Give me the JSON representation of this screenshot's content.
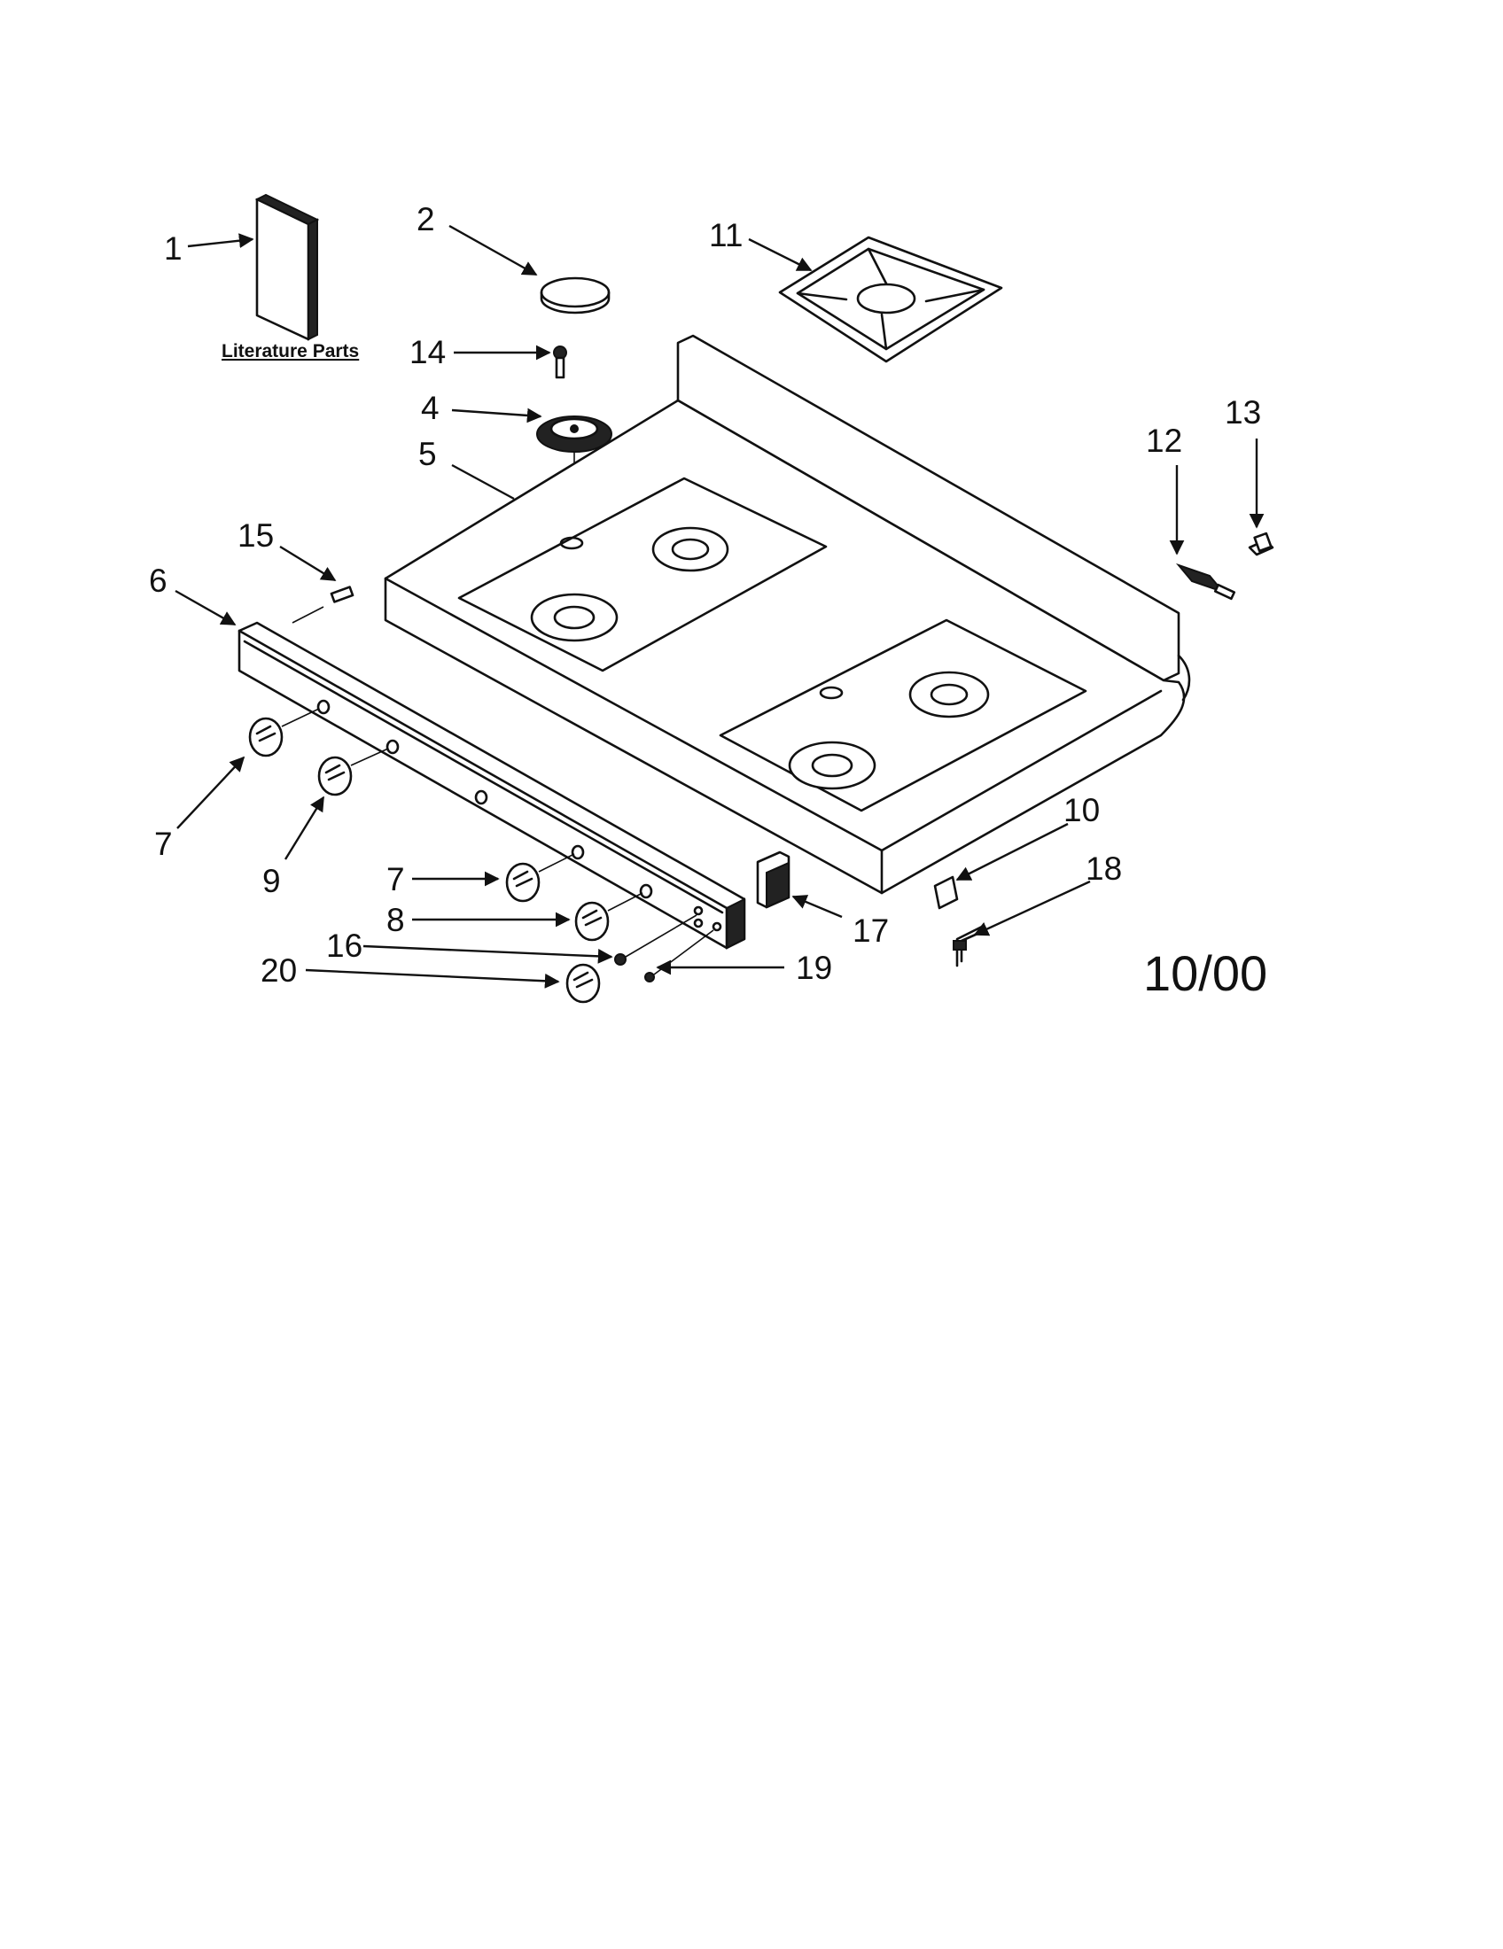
{
  "diagram": {
    "caption": "Literature Parts",
    "date_code": "10/00",
    "callouts": [
      {
        "id": "c1",
        "text": "1"
      },
      {
        "id": "c2",
        "text": "2"
      },
      {
        "id": "c11",
        "text": "11"
      },
      {
        "id": "c14",
        "text": "14"
      },
      {
        "id": "c4",
        "text": "4"
      },
      {
        "id": "c5",
        "text": "5"
      },
      {
        "id": "c12",
        "text": "12"
      },
      {
        "id": "c13",
        "text": "13"
      },
      {
        "id": "c15",
        "text": "15"
      },
      {
        "id": "c6",
        "text": "6"
      },
      {
        "id": "c7a",
        "text": "7"
      },
      {
        "id": "c9",
        "text": "9"
      },
      {
        "id": "c10",
        "text": "10"
      },
      {
        "id": "c18",
        "text": "18"
      },
      {
        "id": "c7b",
        "text": "7"
      },
      {
        "id": "c8",
        "text": "8"
      },
      {
        "id": "c17",
        "text": "17"
      },
      {
        "id": "c16",
        "text": "16"
      },
      {
        "id": "c20",
        "text": "20"
      },
      {
        "id": "c19",
        "text": "19"
      }
    ]
  }
}
